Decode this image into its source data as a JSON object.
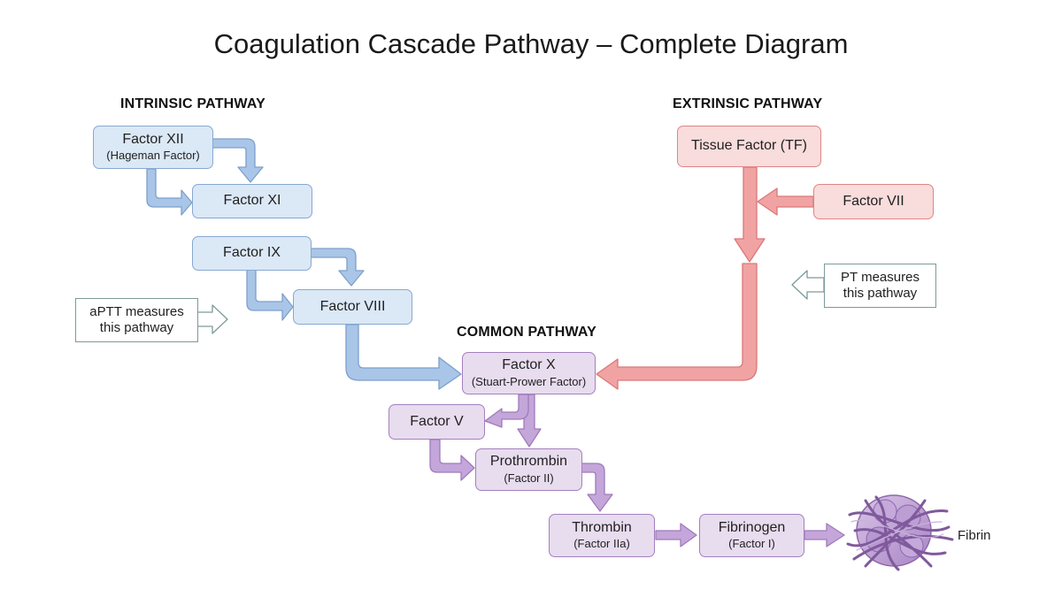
{
  "title": "Coagulation Cascade Pathway – Complete Diagram",
  "sections": {
    "intrinsic": "INTRINSIC PATHWAY",
    "extrinsic": "EXTRINSIC PATHWAY",
    "common": "COMMON PATHWAY"
  },
  "nodes": {
    "factor_xii": {
      "label": "Factor XII",
      "sub": "(Hageman Factor)"
    },
    "factor_xi": {
      "label": "Factor XI"
    },
    "factor_ix": {
      "label": "Factor IX"
    },
    "factor_viii": {
      "label": "Factor VIII"
    },
    "tissue_factor": {
      "label": "Tissue Factor (TF)"
    },
    "factor_vii": {
      "label": "Factor VII"
    },
    "factor_x": {
      "label": "Factor X",
      "sub": "(Stuart-Prower Factor)"
    },
    "factor_v": {
      "label": "Factor V"
    },
    "prothrombin": {
      "label": "Prothrombin",
      "sub": "(Factor II)"
    },
    "thrombin": {
      "label": "Thrombin",
      "sub": "(Factor IIa)"
    },
    "fibrinogen": {
      "label": "Fibrinogen",
      "sub": "(Factor I)"
    },
    "fibrin": {
      "label": "Fibrin"
    }
  },
  "notes": {
    "aptt": "aPTT measures this pathway",
    "pt": "PT measures this pathway"
  },
  "colors": {
    "intrinsic_fill": "#dbe8f6",
    "intrinsic_stroke": "#87a8d2",
    "intrinsic_arrow": "#a9c6e8",
    "extrinsic_fill": "#f9dcdc",
    "extrinsic_stroke": "#df8585",
    "extrinsic_arrow": "#f1a3a3",
    "common_fill": "#e8dcef",
    "common_stroke": "#a57fbe",
    "common_arrow": "#c4a6da"
  },
  "icons": {
    "fibrin": "fibrin-mesh-icon",
    "note_arrow": "outline-arrow-icon"
  }
}
